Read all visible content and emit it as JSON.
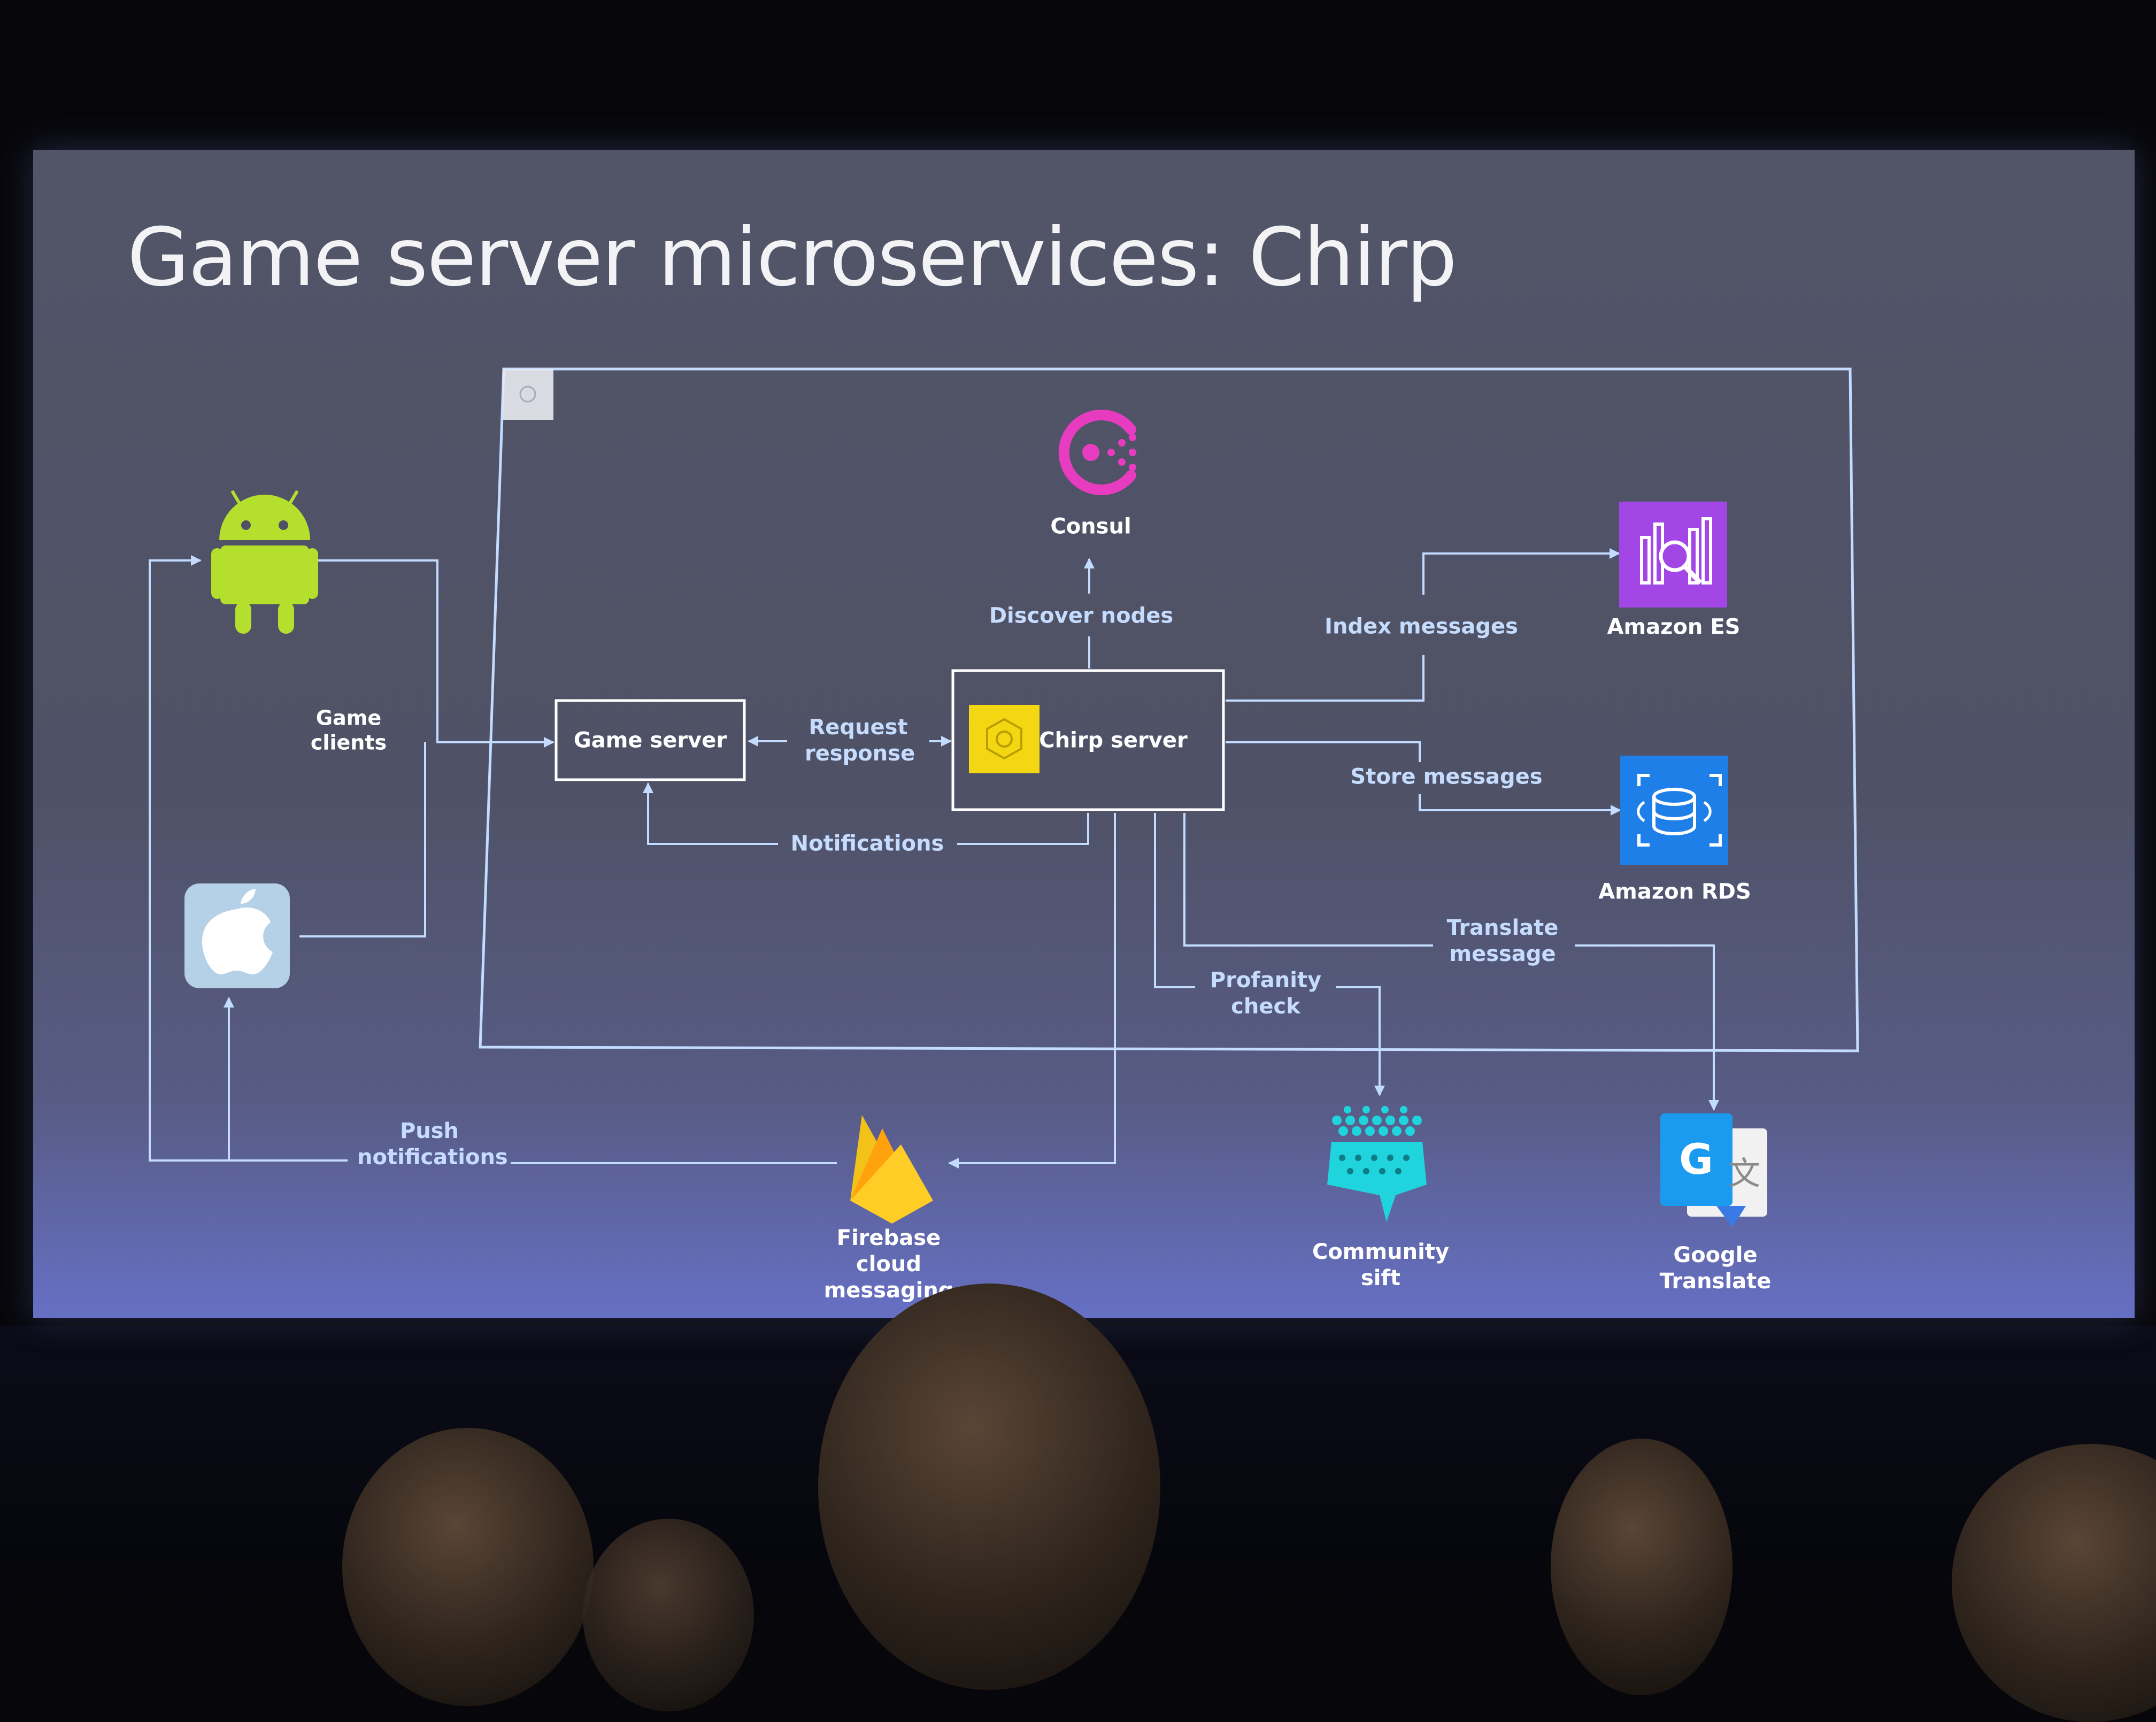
{
  "title": "Game server microservices: Chirp",
  "nodes": {
    "consul": "Consul",
    "game_server": "Game server",
    "chirp_server": "Chirp server",
    "amazon_es": "Amazon ES",
    "amazon_rds": "Amazon RDS",
    "firebase": "Firebase cloud messaging",
    "community_sift": "Community sift",
    "google_translate": "Google Translate"
  },
  "labels": {
    "game_clients": "Game clients",
    "request_response": "Request response",
    "discover_nodes": "Discover nodes",
    "notifications": "Notifications",
    "index_messages": "Index messages",
    "store_messages": "Store messages",
    "translate_message": "Translate message",
    "profanity_check": "Profanity check",
    "push_notifications": "Push notifications"
  },
  "icons": {
    "android": "android-icon",
    "apple": "apple-icon",
    "consul": "consul-icon",
    "chirp": "chirp-server-icon",
    "es": "amazon-es-icon",
    "rds": "amazon-rds-icon",
    "firebase": "firebase-icon",
    "sift": "community-sift-icon",
    "translate": "google-translate-icon"
  },
  "colors": {
    "line": "#c2dbff",
    "consul": "#e83cc0",
    "es": "#a246e6",
    "rds": "#1f7fe8",
    "chirp": "#f4d712",
    "android": "#b4df2d",
    "sift": "#20d4de"
  }
}
